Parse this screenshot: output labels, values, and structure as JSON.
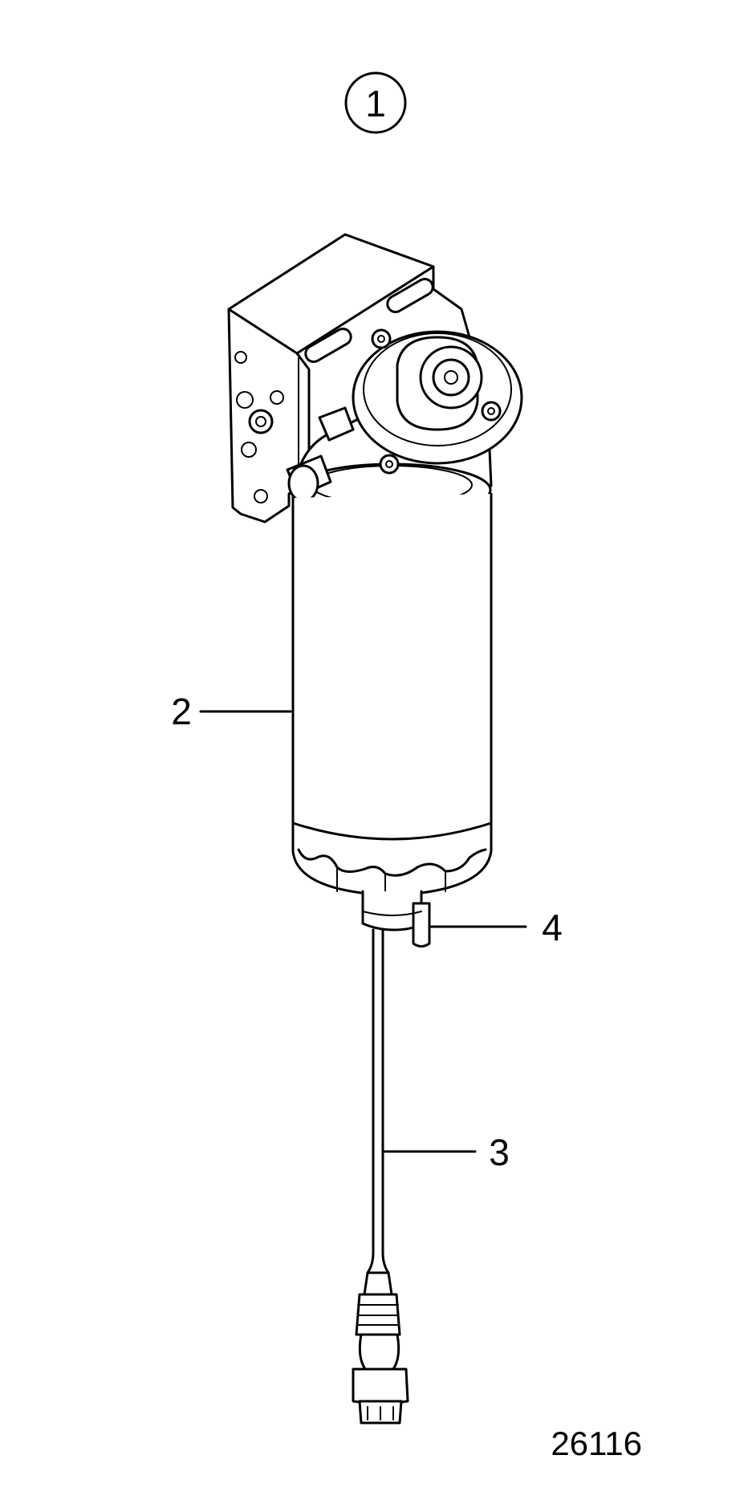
{
  "callouts": {
    "assembly": "1",
    "filter": "2",
    "cable": "3",
    "drain_plug": "4"
  },
  "figure_number": "26116"
}
